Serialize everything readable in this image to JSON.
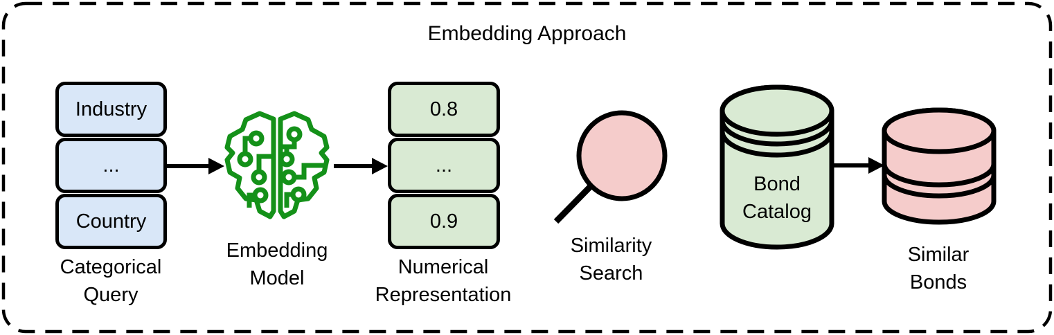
{
  "title": "Embedding Approach",
  "categorical_query": {
    "items": [
      "Industry",
      "...",
      "Country"
    ],
    "label": "Categorical Query"
  },
  "embedding_model": {
    "label": "Embedding Model",
    "icon": "circuit-brain-icon"
  },
  "numerical_representation": {
    "items": [
      "0.8",
      "...",
      "0.9"
    ],
    "label": "Numerical Representation"
  },
  "similarity_search": {
    "label": "Similarity Search",
    "icon": "magnifier-icon"
  },
  "bond_catalog": {
    "label": "Bond Catalog",
    "icon": "database-cylinder-icon"
  },
  "similar_bonds": {
    "label": "Similar Bonds",
    "icon": "stacked-disks-icon"
  },
  "colors": {
    "blue_fill": "#d9e7f8",
    "green_fill": "#d9ead3",
    "pink_fill": "#f5cccb",
    "icon_green": "#149119",
    "stroke": "#000000"
  }
}
